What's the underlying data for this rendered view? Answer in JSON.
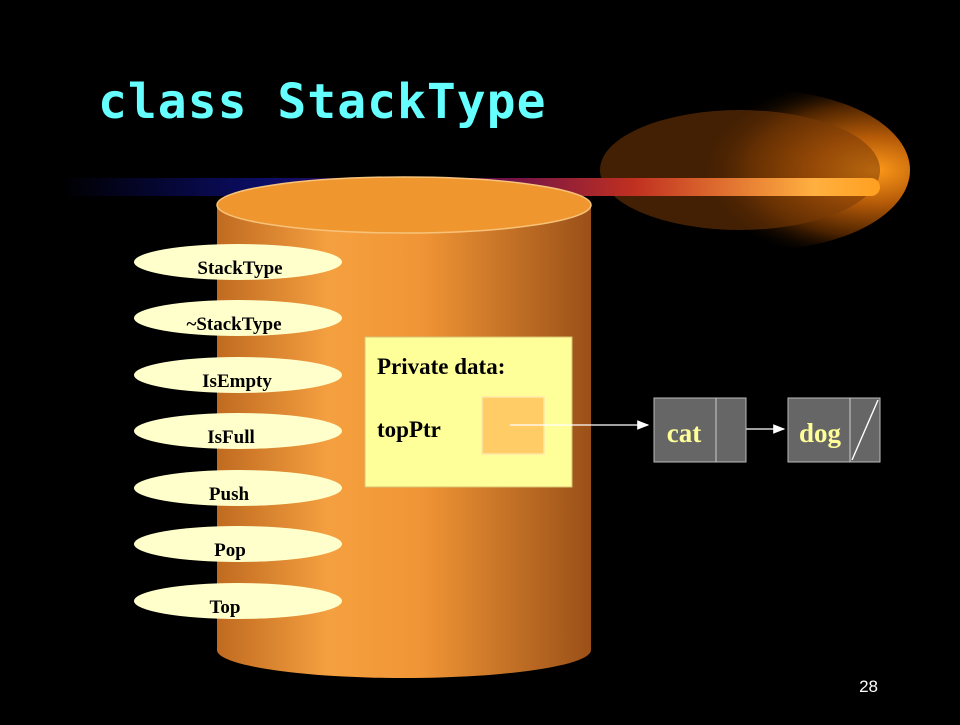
{
  "slide": {
    "title": "class StackType",
    "page_number": "28"
  },
  "methods": [
    "StackType",
    "~StackType",
    "IsEmpty",
    "IsFull",
    "Push",
    "Pop",
    "Top"
  ],
  "private_box": {
    "heading": "Private data:",
    "field": "topPtr"
  },
  "nodes": [
    "cat",
    "dog"
  ],
  "colors": {
    "background": "#000000",
    "title": "#66FFFF",
    "cylinder": "#F0962E",
    "method_oval": "#FFFFCC",
    "private_box": "#FFFF99",
    "pointer_cell": "#FFCC66",
    "node": "#666666"
  }
}
